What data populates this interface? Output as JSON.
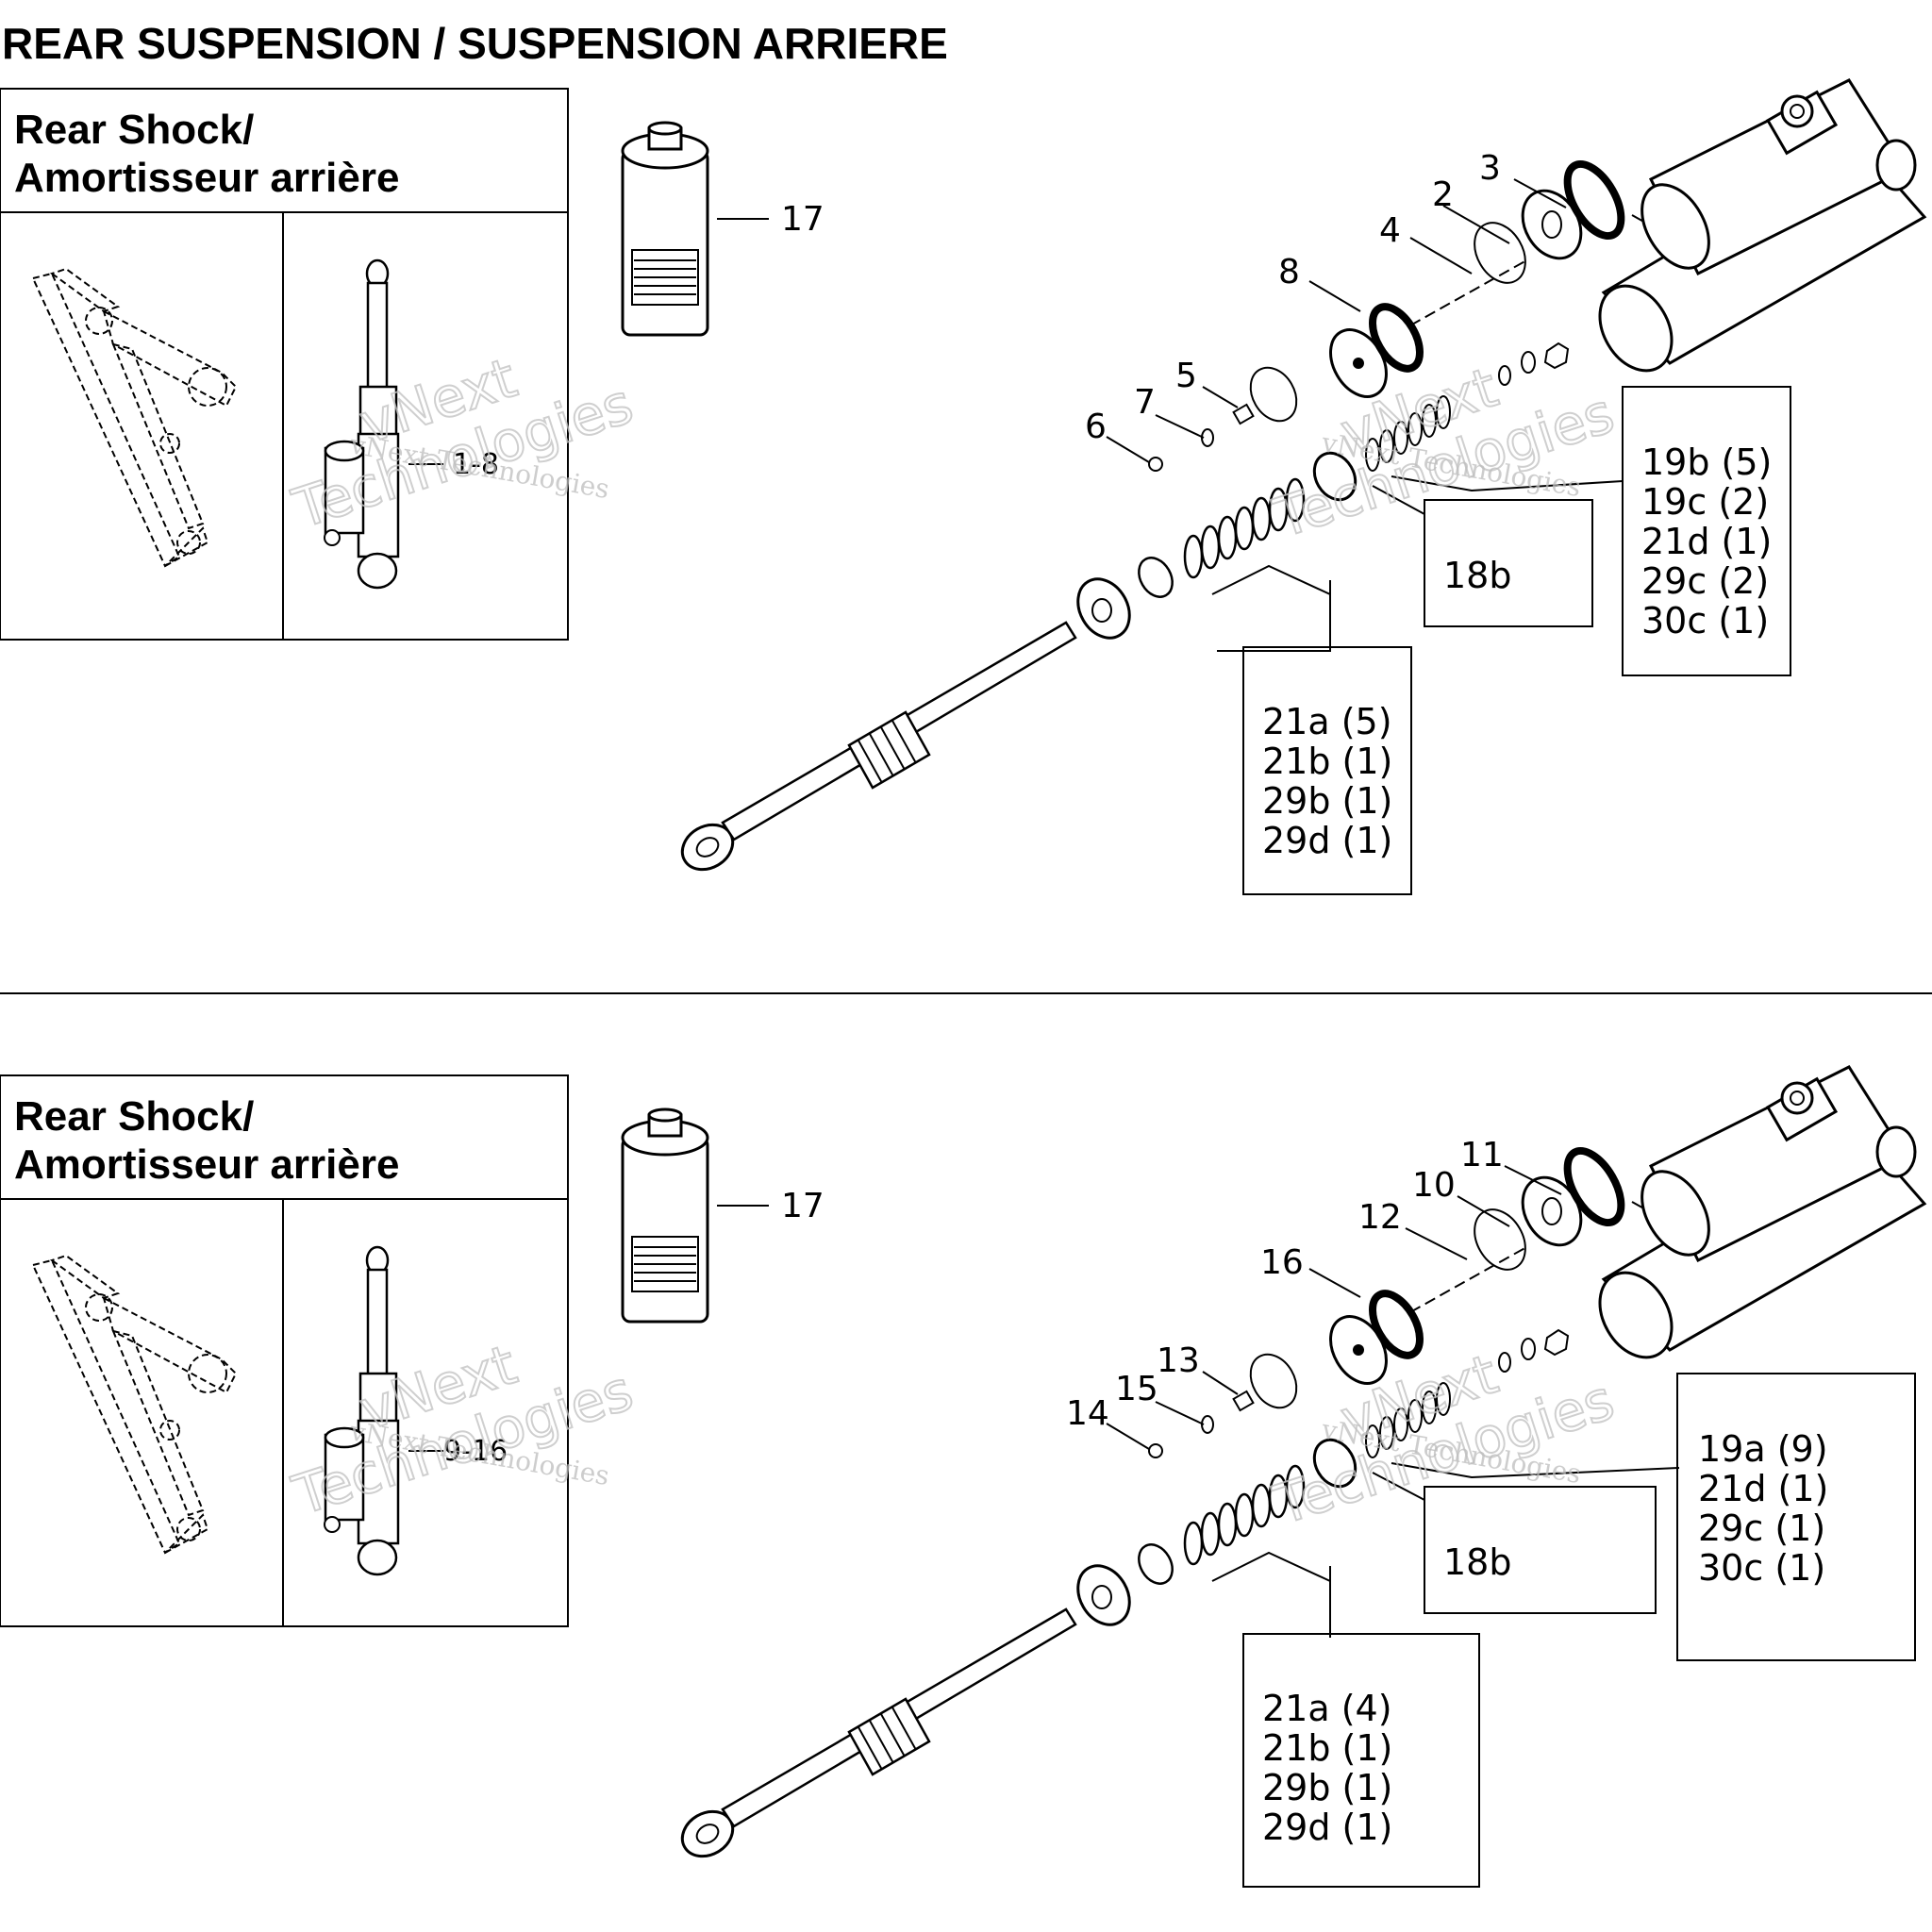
{
  "page_title": "REAR SUSPENSION / SUSPENSION ARRIERE",
  "watermark": {
    "line1": "vNext",
    "line2": "Technologies",
    "line3": "vNext Technologies"
  },
  "panels": [
    {
      "box_title_1": "Rear Shock/",
      "box_title_2": "Amortisseur arrière",
      "inset_ref": "1-8",
      "callouts": {
        "c17": "17",
        "c3": "3",
        "c2": "2",
        "c4": "4",
        "c8": "8",
        "c5": "5",
        "c7": "7",
        "c6": "6"
      },
      "ref_18b": "18b",
      "kit_a": [
        "21a (5)",
        "21b (1)",
        "29b (1)",
        "29d (1)"
      ],
      "kit_b": [
        "19b (5)",
        "19c (2)",
        "21d (1)",
        "29c (2)",
        "30c (1)"
      ]
    },
    {
      "box_title_1": "Rear Shock/",
      "box_title_2": "Amortisseur arrière",
      "inset_ref": "9-16",
      "callouts": {
        "c17": "17",
        "c11": "11",
        "c10": "10",
        "c12": "12",
        "c16": "16",
        "c13": "13",
        "c15": "15",
        "c14": "14"
      },
      "ref_18b": "18b",
      "kit_a": [
        "21a (4)",
        "21b (1)",
        "29b (1)",
        "29d (1)"
      ],
      "kit_b": [
        "19a (9)",
        "21d (1)",
        "29c (1)",
        "30c (1)"
      ]
    }
  ]
}
